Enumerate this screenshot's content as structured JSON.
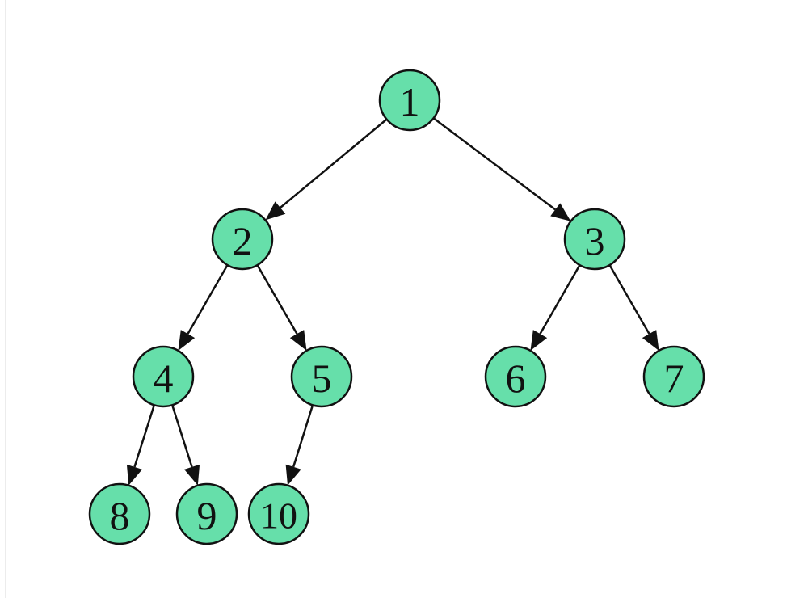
{
  "diagram": {
    "type": "binary-tree",
    "colors": {
      "node_fill": "#66dfaa",
      "node_stroke": "#111111",
      "edge": "#111111",
      "background": "#ffffff"
    },
    "nodes": [
      {
        "id": "1",
        "label": "1"
      },
      {
        "id": "2",
        "label": "2"
      },
      {
        "id": "3",
        "label": "3"
      },
      {
        "id": "4",
        "label": "4"
      },
      {
        "id": "5",
        "label": "5"
      },
      {
        "id": "6",
        "label": "6"
      },
      {
        "id": "7",
        "label": "7"
      },
      {
        "id": "8",
        "label": "8"
      },
      {
        "id": "9",
        "label": "9"
      },
      {
        "id": "10",
        "label": "10"
      }
    ],
    "edges": [
      {
        "from": "1",
        "to": "2"
      },
      {
        "from": "1",
        "to": "3"
      },
      {
        "from": "2",
        "to": "4"
      },
      {
        "from": "2",
        "to": "5"
      },
      {
        "from": "3",
        "to": "6"
      },
      {
        "from": "3",
        "to": "7"
      },
      {
        "from": "4",
        "to": "8"
      },
      {
        "from": "4",
        "to": "9"
      },
      {
        "from": "5",
        "to": "10"
      }
    ]
  }
}
